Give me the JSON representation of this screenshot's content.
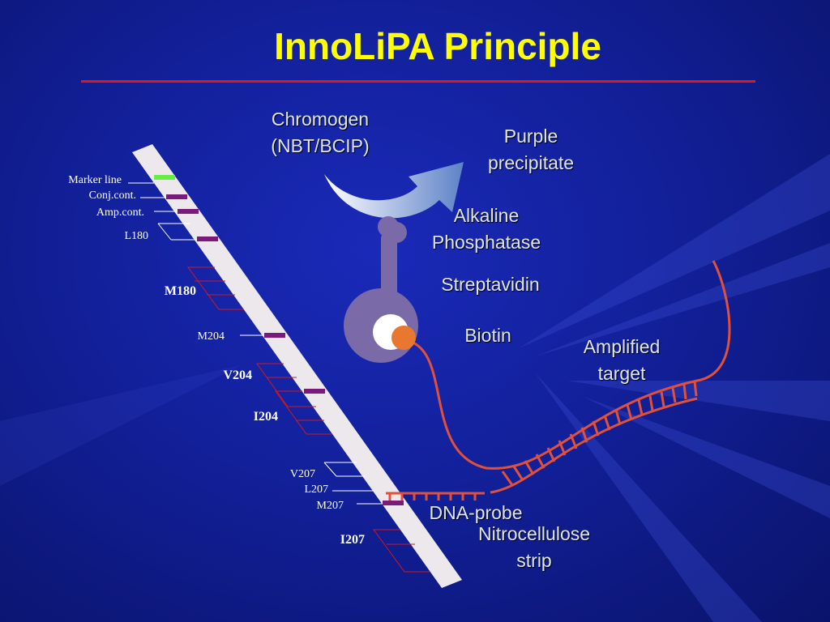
{
  "title": "InnoLiPA Principle",
  "labels": {
    "chromogen_line1": "Chromogen",
    "chromogen_line2": "(NBT/BCIP)",
    "purple_line1": "Purple",
    "purple_line2": "precipitate",
    "alkaline_line1": "Alkaline",
    "alkaline_line2": "Phosphatase",
    "streptavidin": "Streptavidin",
    "biotin": "Biotin",
    "amplified_line1": "Amplified",
    "amplified_line2": "target",
    "dna_probe": "DNA-probe",
    "nitro_line1": "Nitrocellulose",
    "nitro_line2": "strip"
  },
  "strip_labels": {
    "marker_line": "Marker line",
    "conj_cont": "Conj.cont.",
    "amp_cont": "Amp.cont.",
    "l180": "L180",
    "m180": "M180",
    "m204": "M204",
    "v204": "V204",
    "i204": "I204",
    "v207": "V207",
    "l207": "L207",
    "m207": "M207",
    "i207": "I207"
  },
  "colors": {
    "title": "#ffff00",
    "rule": "#e01818",
    "marker_band": "#66ee44",
    "probe_band": "#7a1a7a",
    "target_strand": "#e0503a",
    "enzyme": "#7a6aa8",
    "biotin": "#e87830"
  }
}
